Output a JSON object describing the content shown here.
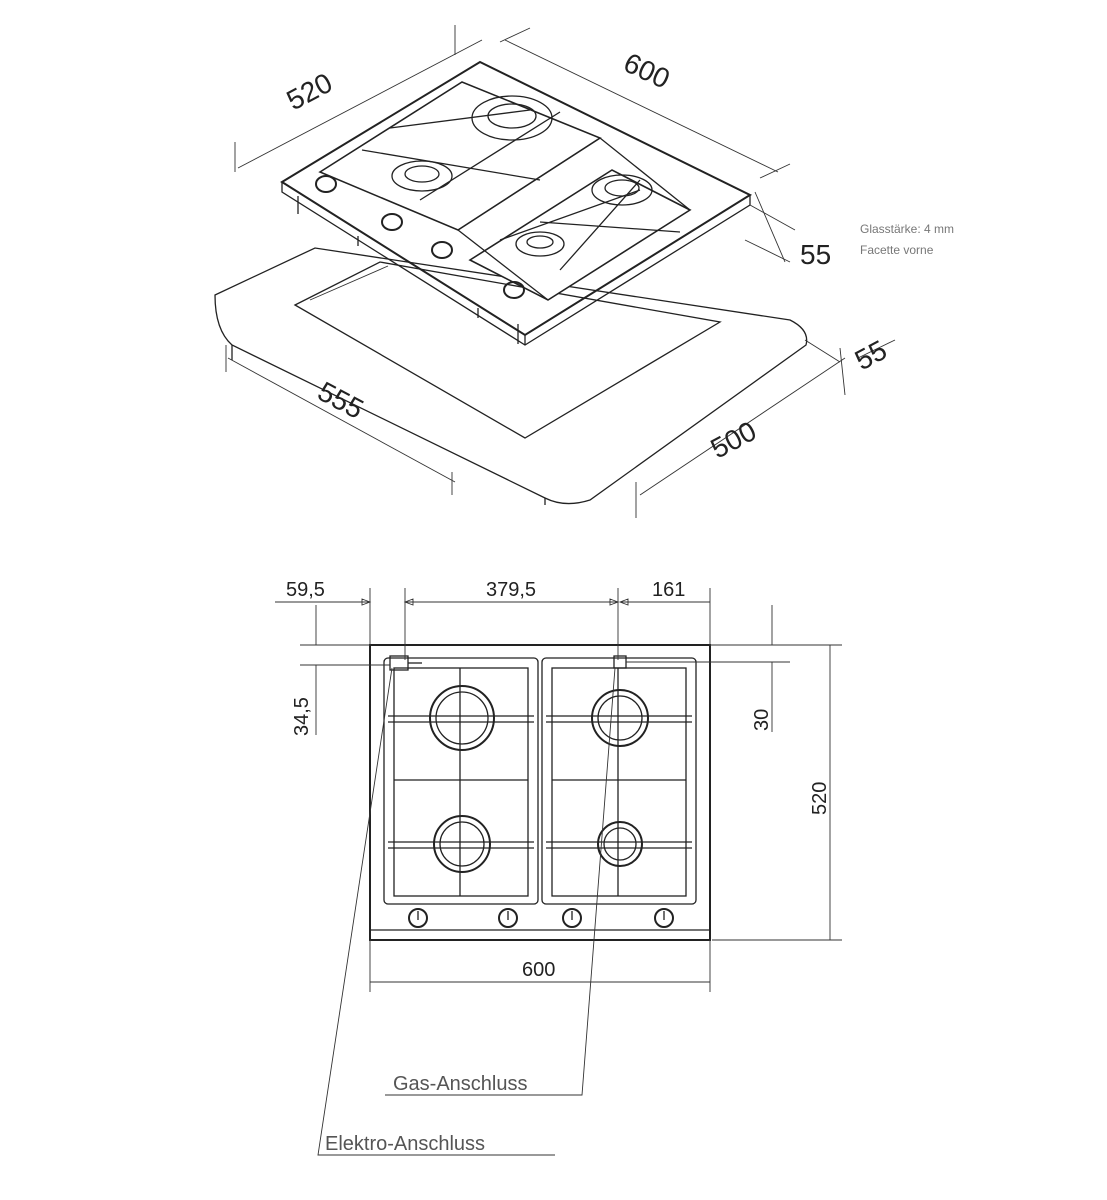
{
  "colors": {
    "line": "#222222",
    "note": "#777777",
    "label": "#555555",
    "background": "#ffffff"
  },
  "iso": {
    "dim_depth": "520",
    "dim_width": "600",
    "dim_height": "55",
    "dim_cutout_height": "55",
    "dim_cutout_width": "555",
    "dim_cutout_depth": "500",
    "note_line1": "Glasstärke: 4 mm",
    "note_line2": "Facette vorne"
  },
  "plan": {
    "dim_left": "59,5",
    "dim_middle": "379,5",
    "dim_right": "161",
    "dim_left_vertical": "34,5",
    "dim_right_vertical": "30",
    "dim_height": "520",
    "dim_width": "600",
    "label_gas": "Gas-Anschluss",
    "label_elektro": "Elektro-Anschluss"
  }
}
